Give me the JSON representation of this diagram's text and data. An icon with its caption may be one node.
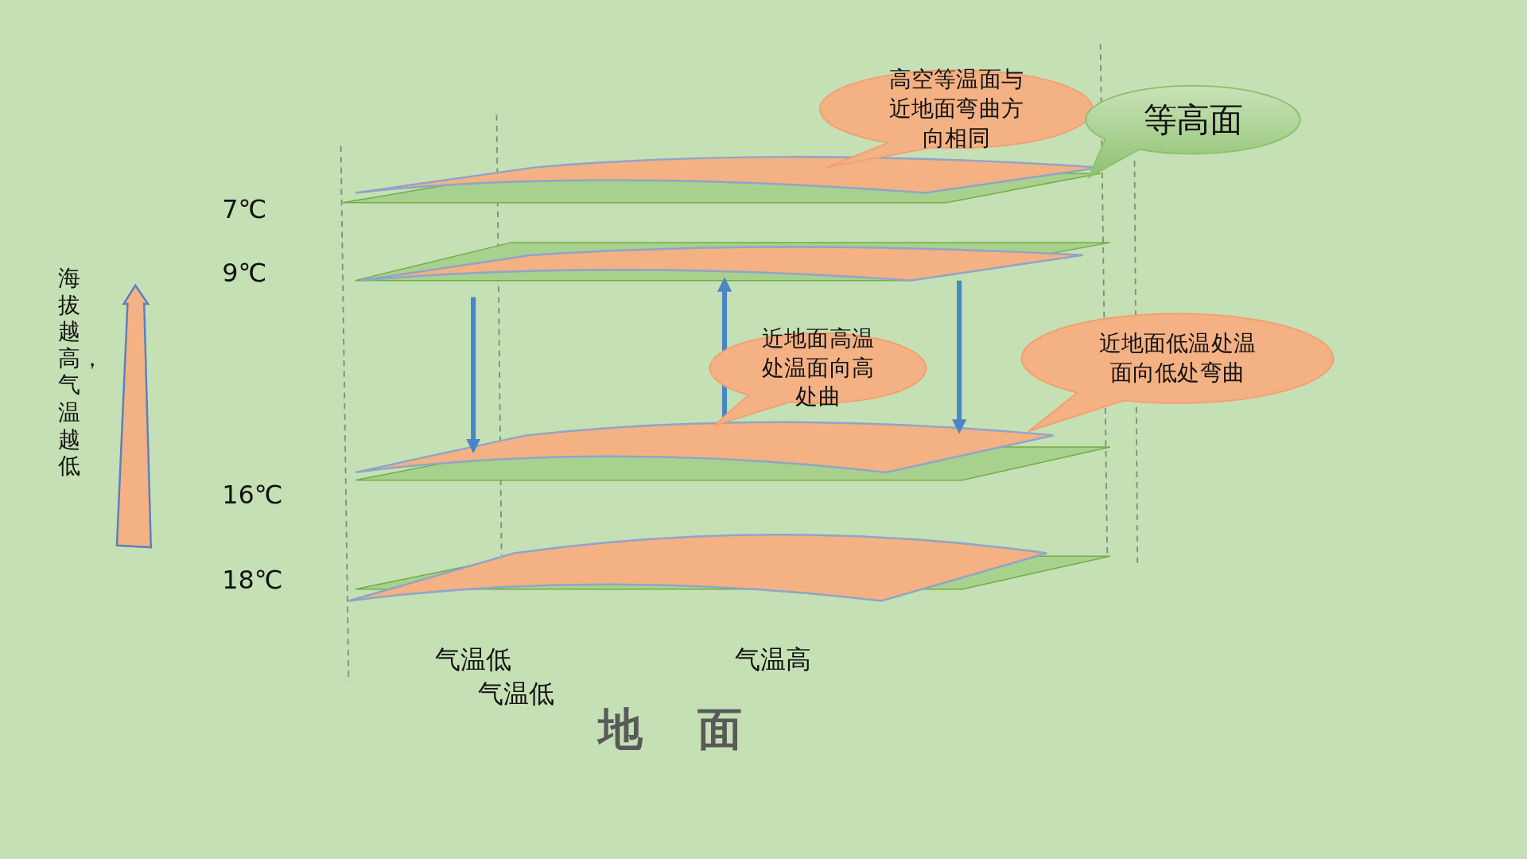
{
  "diagram": {
    "nodes": [
      {
        "text": [
          "高空等温面与近地面弯曲方向相同"
        ]
      },
      {
        "text": [
          "等高面"
        ]
      },
      {
        "text": [
          "近地面高温处温面向高处曲"
        ]
      },
      {
        "text": [
          "近地面低温处温面向低处弯曲"
        ]
      }
    ],
    "labels": [
      "7℃",
      "海拔越高，气温越低",
      "9℃",
      "16℃",
      "18℃",
      "气温低",
      "气温高",
      "气温低",
      "地面"
    ]
  }
}
